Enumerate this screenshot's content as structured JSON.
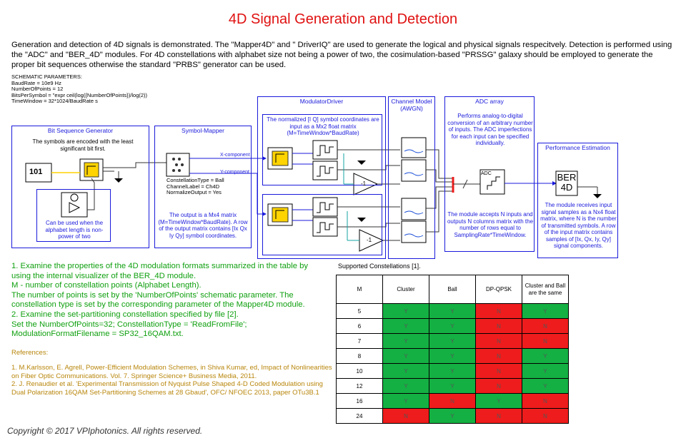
{
  "title": "4D Signal Generation and Detection",
  "intro": "Generation and detection of 4D signals  is demonstrated. The \"Mapper4D\" and \" DriverIQ\" are used to generate the logical and physical signals respecitvely. Detection is performed using the \"ADC\" and \"BER_4D\" modules. For 4D constellations with alphabet size not being a power of two,  the cosimulation-based \"PRSSG\" galaxy should be employed to generate the proper bit sequences otherwise the standard \"PRBS\" generator can be used.",
  "params": [
    "SCHEMATIC PARAMETERS:",
    "BaudRate = 10e9 Hz",
    "NumberOfPoints = 12",
    "BitsPerSymbol = \"expr ceil(log({NumberOfPoints})/log(2))",
    "TimeWindow = 32*1024/BaudRate s"
  ],
  "blocks": {
    "bitgen": {
      "title": "Bit Sequence Generator",
      "desc": "The symbols are encoded with the least significant bit first.",
      "note": "Can be used when the alphabet length is non-power of two",
      "icon_text": "101"
    },
    "mapper": {
      "title": "Symbol-Mapper",
      "props": [
        "ConstellationType = Ball",
        "ChannelLabel = Ch4D",
        "NormalizeOutput = Yes"
      ],
      "desc": "The output is a Mx4 matrix (M=TimeWindow*BaudRate). A row of the output matrix contains [Ix Qx Iy Qy] symbol coordinates.",
      "x_label": "X-component",
      "y_label": "Y-component"
    },
    "modulator": {
      "title": "ModulatorDriver",
      "desc": "The normalized [I Q] symbol coordinates are input as a Mx2 float matrix (M=TimeWindow*BaudRate)",
      "inv_label": "-1"
    },
    "channel": {
      "title": "Channel Model (AWGN)"
    },
    "adc": {
      "title": "ADC array",
      "desc": "Performs analog-to-digital conversion of an arbitrary number of inputs. The ADC imperfections for each input can be specified individually.",
      "note": "The module accepts N inputs and outputs N columns matrix with the number of rows equal to SamplingRate*TimeWindow.",
      "icon_text": "ADC"
    },
    "ber": {
      "title": "Performance Estimation",
      "icon_line1": "BER",
      "icon_line2": "4D",
      "desc": "The module receives input signal samples as a Nx4 float matrix, where N is the number of transmitted symbols. A row of the input matrix contains samples of [Ix, Qx, Iy, Qy] signal components."
    }
  },
  "instructions": [
    "1. Examine the properties of the 4D modulation formats summarized in the table by using the internal visualizer of the BER_4D module.",
    "M - number of constellation points (Alphabet Length).",
    "The number of points is set by the 'NumberOfPoints' schematic parameter. The constellation type is set by the corresponding parameter of the Mapper4D module.",
    "2. Examine the set-partitioning constellation specified by file [2].",
    "Set the NumberOfPoints=32; ConstellationType = 'ReadFromFile';",
    "ModulationFormatFilename = SP32_16QAM.txt."
  ],
  "references_heading": "References:",
  "references": [
    "1. M.Karlsson, E. Agrell, Power-Efficient Modulation Schemes, in Shiva Kumar, ed,   Impact of Nonlinearities on Fiber Optic Communications. Vol. 7. Springer Science+ Business Media, 2011.",
    "2. J. Renaudier et al. 'Experimental Transmission of Nyquist Pulse Shaped 4-D Coded Modulation using Dual Polarization 16QAM Set-Partitioning Schemes at 28 Gbaud', OFC/ NFOEC 2013, paper OTu3B.1"
  ],
  "table": {
    "caption": "Supported Constellations [1].",
    "headers": [
      "M",
      "Cluster",
      "Ball",
      "DP-QPSK",
      "Cluster and Ball are the same"
    ],
    "rows": [
      [
        "5",
        "Y",
        "Y",
        "N",
        "Y"
      ],
      [
        "6",
        "Y",
        "Y",
        "N",
        "N"
      ],
      [
        "7",
        "Y",
        "Y",
        "N",
        "N"
      ],
      [
        "8",
        "Y",
        "Y",
        "N",
        "Y"
      ],
      [
        "10",
        "Y",
        "Y",
        "N",
        "Y"
      ],
      [
        "12",
        "Y",
        "Y",
        "N",
        "Y"
      ],
      [
        "16",
        "Y",
        "N",
        "Y",
        "N"
      ],
      [
        "24",
        "N",
        "Y",
        "N",
        "N"
      ]
    ],
    "colors": {
      "yes": "#14b043",
      "no": "#ee1c1c"
    }
  },
  "copyright": "Copyright © 2017 VPIphotonics. All rights reserved."
}
